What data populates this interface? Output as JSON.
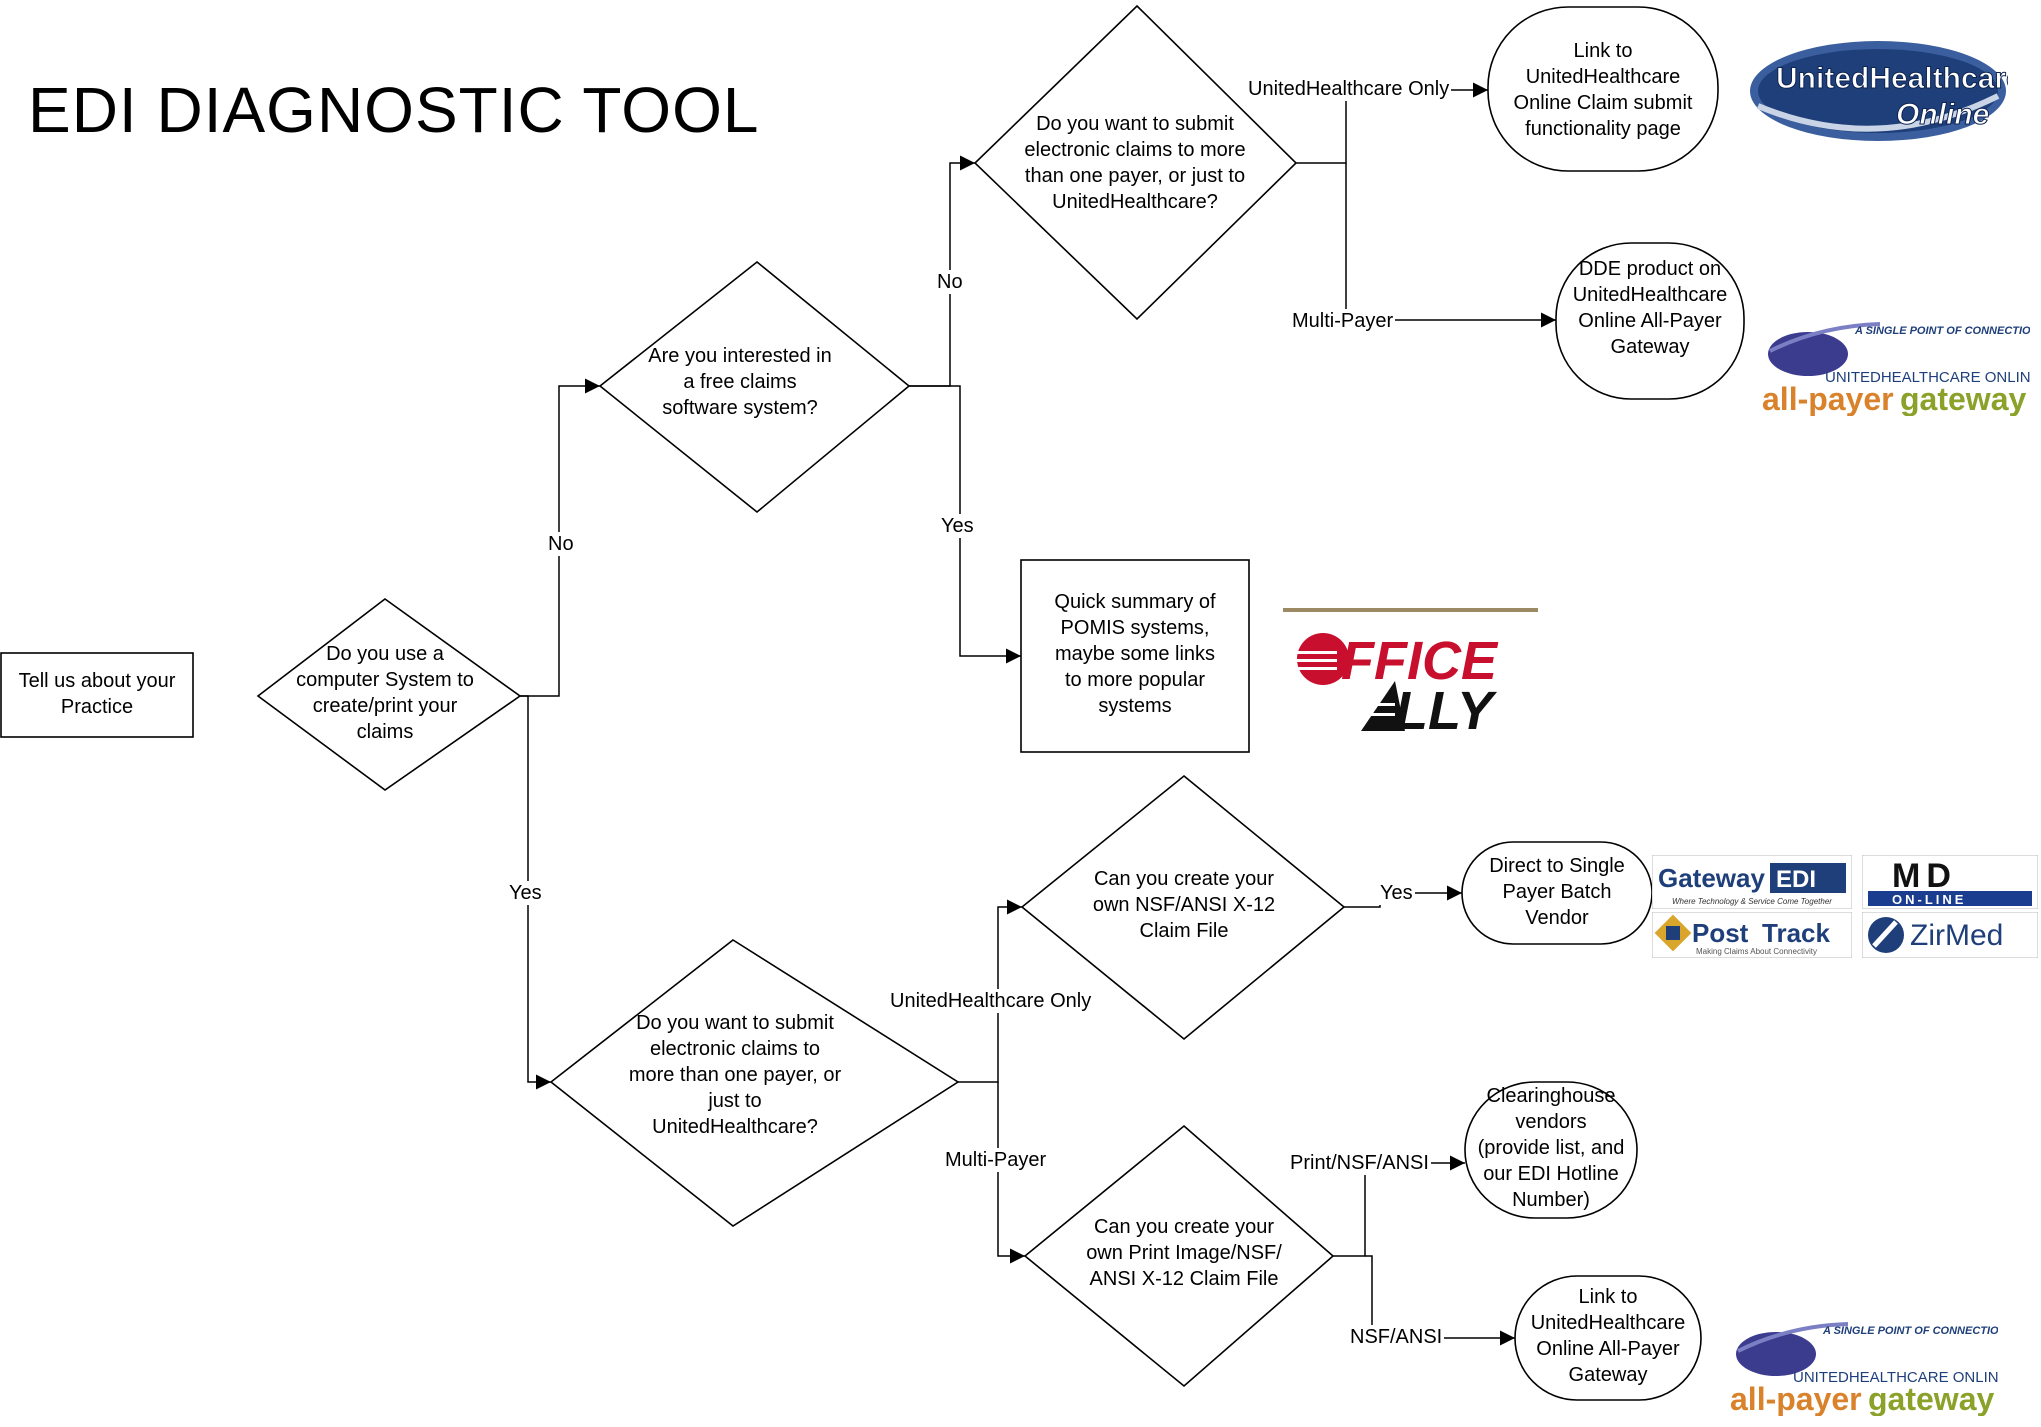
{
  "title": "EDI DIAGNOSTIC TOOL",
  "nodes": {
    "start": "Tell us about your\nPractice",
    "q_computer": "Do you use a\ncomputer System to\ncreate/print your\nclaims",
    "q_free": "Are you interested in\na free claims\nsoftware system?",
    "q_payer_top": "Do you want to submit\nelectronic claims to more\nthan one payer, or just to\nUnitedHealthcare?",
    "link_uho_claim": "Link to\nUnitedHealthcare\nOnline Claim submit\nfunctionality page",
    "dde_product": "DDE product on\nUnitedHealthcare\nOnline All-Payer\nGateway",
    "pomis_summary": "Quick summary of\nPOMIS systems,\nmaybe some links\nto more popular\nsystems",
    "q_payer_bottom": "Do you want to submit\nelectronic claims to\nmore than one payer, or\njust to\nUnitedHealthcare?",
    "q_nsf": "Can you create your\nown NSF/ANSI X-12\nClaim File",
    "direct_vendor": "Direct to Single\nPayer Batch\nVendor",
    "q_print_image": "Can you create your\nown Print Image/NSF/\nANSI X-12 Claim File",
    "clearinghouse": "Clearinghouse\nvendors\n(provide list, and\nour EDI Hotline\nNumber)",
    "link_apg": "Link to\nUnitedHealthcare\nOnline All-Payer\nGateway"
  },
  "edge_labels": {
    "no_1": "No",
    "yes_1": "Yes",
    "no_2": "No",
    "yes_2": "Yes",
    "uhc_only_1": "UnitedHealthcare Only",
    "multi_payer_1": "Multi-Payer",
    "uhc_only_2": "UnitedHealthcare Only",
    "multi_payer_2": "Multi-Payer",
    "yes_3": "Yes",
    "print_nsf_ansi": "Print/NSF/ANSI",
    "nsf_ansi": "NSF/ANSI"
  },
  "logos": {
    "uho": {
      "line1": "UnitedHealthcare",
      "line2": "Online"
    },
    "apg": {
      "tagline": "A SINGLE POINT OF CONNECTION",
      "brand": "UNITEDHEALTHCARE ONLINE",
      "word1": "all-payer",
      "word2": "gateway"
    },
    "office_ally": {
      "line1": "FFICE",
      "line2": "LLY"
    },
    "gateway_edi": {
      "name": "Gateway",
      "mark": "EDI",
      "tag": "Where Technology & Service Come Together"
    },
    "mdonline": {
      "name": "MD",
      "sub": "ON-LINE"
    },
    "posttrack": {
      "name": "Post",
      "name2": "Track",
      "tag": "Making Claims About Connectivity"
    },
    "zirmed": {
      "name": "ZirMed"
    }
  },
  "colors": {
    "uho_blue": "#1f3f7a",
    "apg_orange": "#d9822b",
    "apg_green": "#8aa12a",
    "office_ally_red": "#c8102e",
    "md_blue": "#1a3d8f"
  }
}
